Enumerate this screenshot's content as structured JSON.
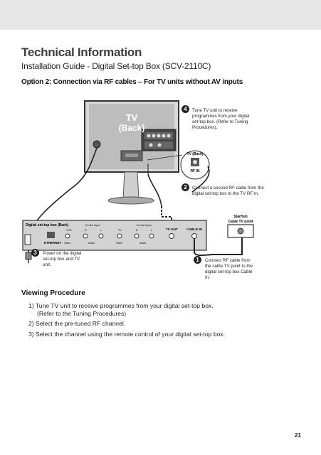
{
  "page": {
    "title": "Technical Information",
    "subtitle": "Installation Guide - Digital Set-top Box (SCV-2110C)",
    "option_heading": "Option 2: Connection via RF cables – For TV units without AV inputs",
    "page_number": "21"
  },
  "diagram": {
    "tv_label_line1": "TV",
    "tv_label_line2": "(Back)",
    "tv_back_callout": "TV (Back)",
    "rf_in_label": "RF IN",
    "stb_label": "Digital set-top box (Back)",
    "stb_port_labels": {
      "do_not_open_1": "Do Not Open",
      "do_not_open_2": "Do Not Open",
      "vcr": "VCR",
      "r1": "R",
      "l1": "L",
      "tv": "TV",
      "r2": "R",
      "l2": "L",
      "video1": "Video",
      "audio1": "Audio",
      "video2": "Video",
      "audio2": "Audio",
      "ethernet": "ETHERNET",
      "tv_out": "TV OUT",
      "cable_in": "CABLE IN"
    },
    "starhub_label_line1": "StarHub",
    "starhub_label_line2": "Cable TV point",
    "steps": [
      {
        "num": "4",
        "text": "Tune TV unit to receive programmes from your digital set-top box. (Refer to Tuning Procedures)."
      },
      {
        "num": "2",
        "text": "Connect a second RF cable from the digital set-top box to the TV RF In."
      },
      {
        "num": "3",
        "text": "Power on the digital set-top box and TV unit."
      },
      {
        "num": "1",
        "text": "Connect RF cable from the cable TV point to the digital set-top box Cable In."
      }
    ]
  },
  "procedure": {
    "heading": "Viewing Procedure",
    "items": [
      {
        "line1": "1) Tune TV unit to receive programmes from your digital set-top box.",
        "line2": "(Refer to the Tuning Procedures)"
      },
      {
        "line1": "2) Select the pre-tuned RF channel."
      },
      {
        "line1": "3) Select the channel using the remote control of your digital set-top box."
      }
    ]
  }
}
